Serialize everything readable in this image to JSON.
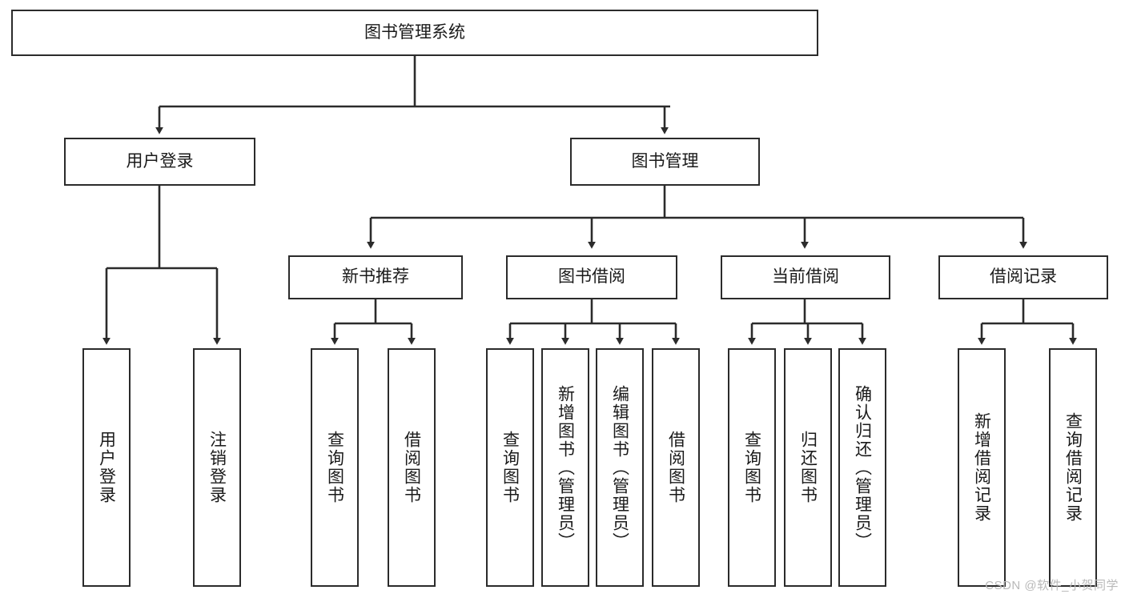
{
  "diagram": {
    "type": "tree-hierarchy-chart",
    "title_node": {
      "label": "图书管理系统"
    },
    "level2": [
      {
        "id": "user-login",
        "label": "用户登录"
      },
      {
        "id": "book-management",
        "label": "图书管理"
      }
    ],
    "level3": [
      {
        "id": "new-book-recommend",
        "label": "新书推荐",
        "parent": "book-management"
      },
      {
        "id": "book-borrow",
        "label": "图书借阅",
        "parent": "book-management"
      },
      {
        "id": "current-borrow",
        "label": "当前借阅",
        "parent": "book-management"
      },
      {
        "id": "borrow-record",
        "label": "借阅记录",
        "parent": "book-management"
      }
    ],
    "leaves": [
      {
        "id": "leaf-user-login",
        "label": "用户登录",
        "parent": "user-login"
      },
      {
        "id": "leaf-logout-login",
        "label": "注销登录",
        "parent": "user-login"
      },
      {
        "id": "leaf-query-book-1",
        "label": "查询图书",
        "parent": "new-book-recommend"
      },
      {
        "id": "leaf-borrow-book-1",
        "label": "借阅图书",
        "parent": "new-book-recommend"
      },
      {
        "id": "leaf-query-book-2",
        "label": "查询图书",
        "parent": "book-borrow"
      },
      {
        "id": "leaf-add-book",
        "label": "新增图书（管理员）",
        "parent": "book-borrow"
      },
      {
        "id": "leaf-edit-book",
        "label": "编辑图书（管理员）",
        "parent": "book-borrow"
      },
      {
        "id": "leaf-borrow-book-2",
        "label": "借阅图书",
        "parent": "book-borrow"
      },
      {
        "id": "leaf-query-book-3",
        "label": "查询图书",
        "parent": "current-borrow"
      },
      {
        "id": "leaf-return-book",
        "label": "归还图书",
        "parent": "current-borrow"
      },
      {
        "id": "leaf-confirm-return",
        "label": "确认归还（管理员）",
        "parent": "current-borrow"
      },
      {
        "id": "leaf-add-borrow-record",
        "label": "新增借阅记录",
        "parent": "borrow-record"
      },
      {
        "id": "leaf-query-borrow-record",
        "label": "查询借阅记录",
        "parent": "borrow-record"
      }
    ],
    "colors": {
      "stroke": "#2b2b2b",
      "box_fill": "#ffffff",
      "text": "#1a1a1a",
      "background": "#ffffff",
      "watermark": "#b9b9b9"
    }
  },
  "watermark": {
    "text": "CSDN @软件_小贺同学"
  }
}
